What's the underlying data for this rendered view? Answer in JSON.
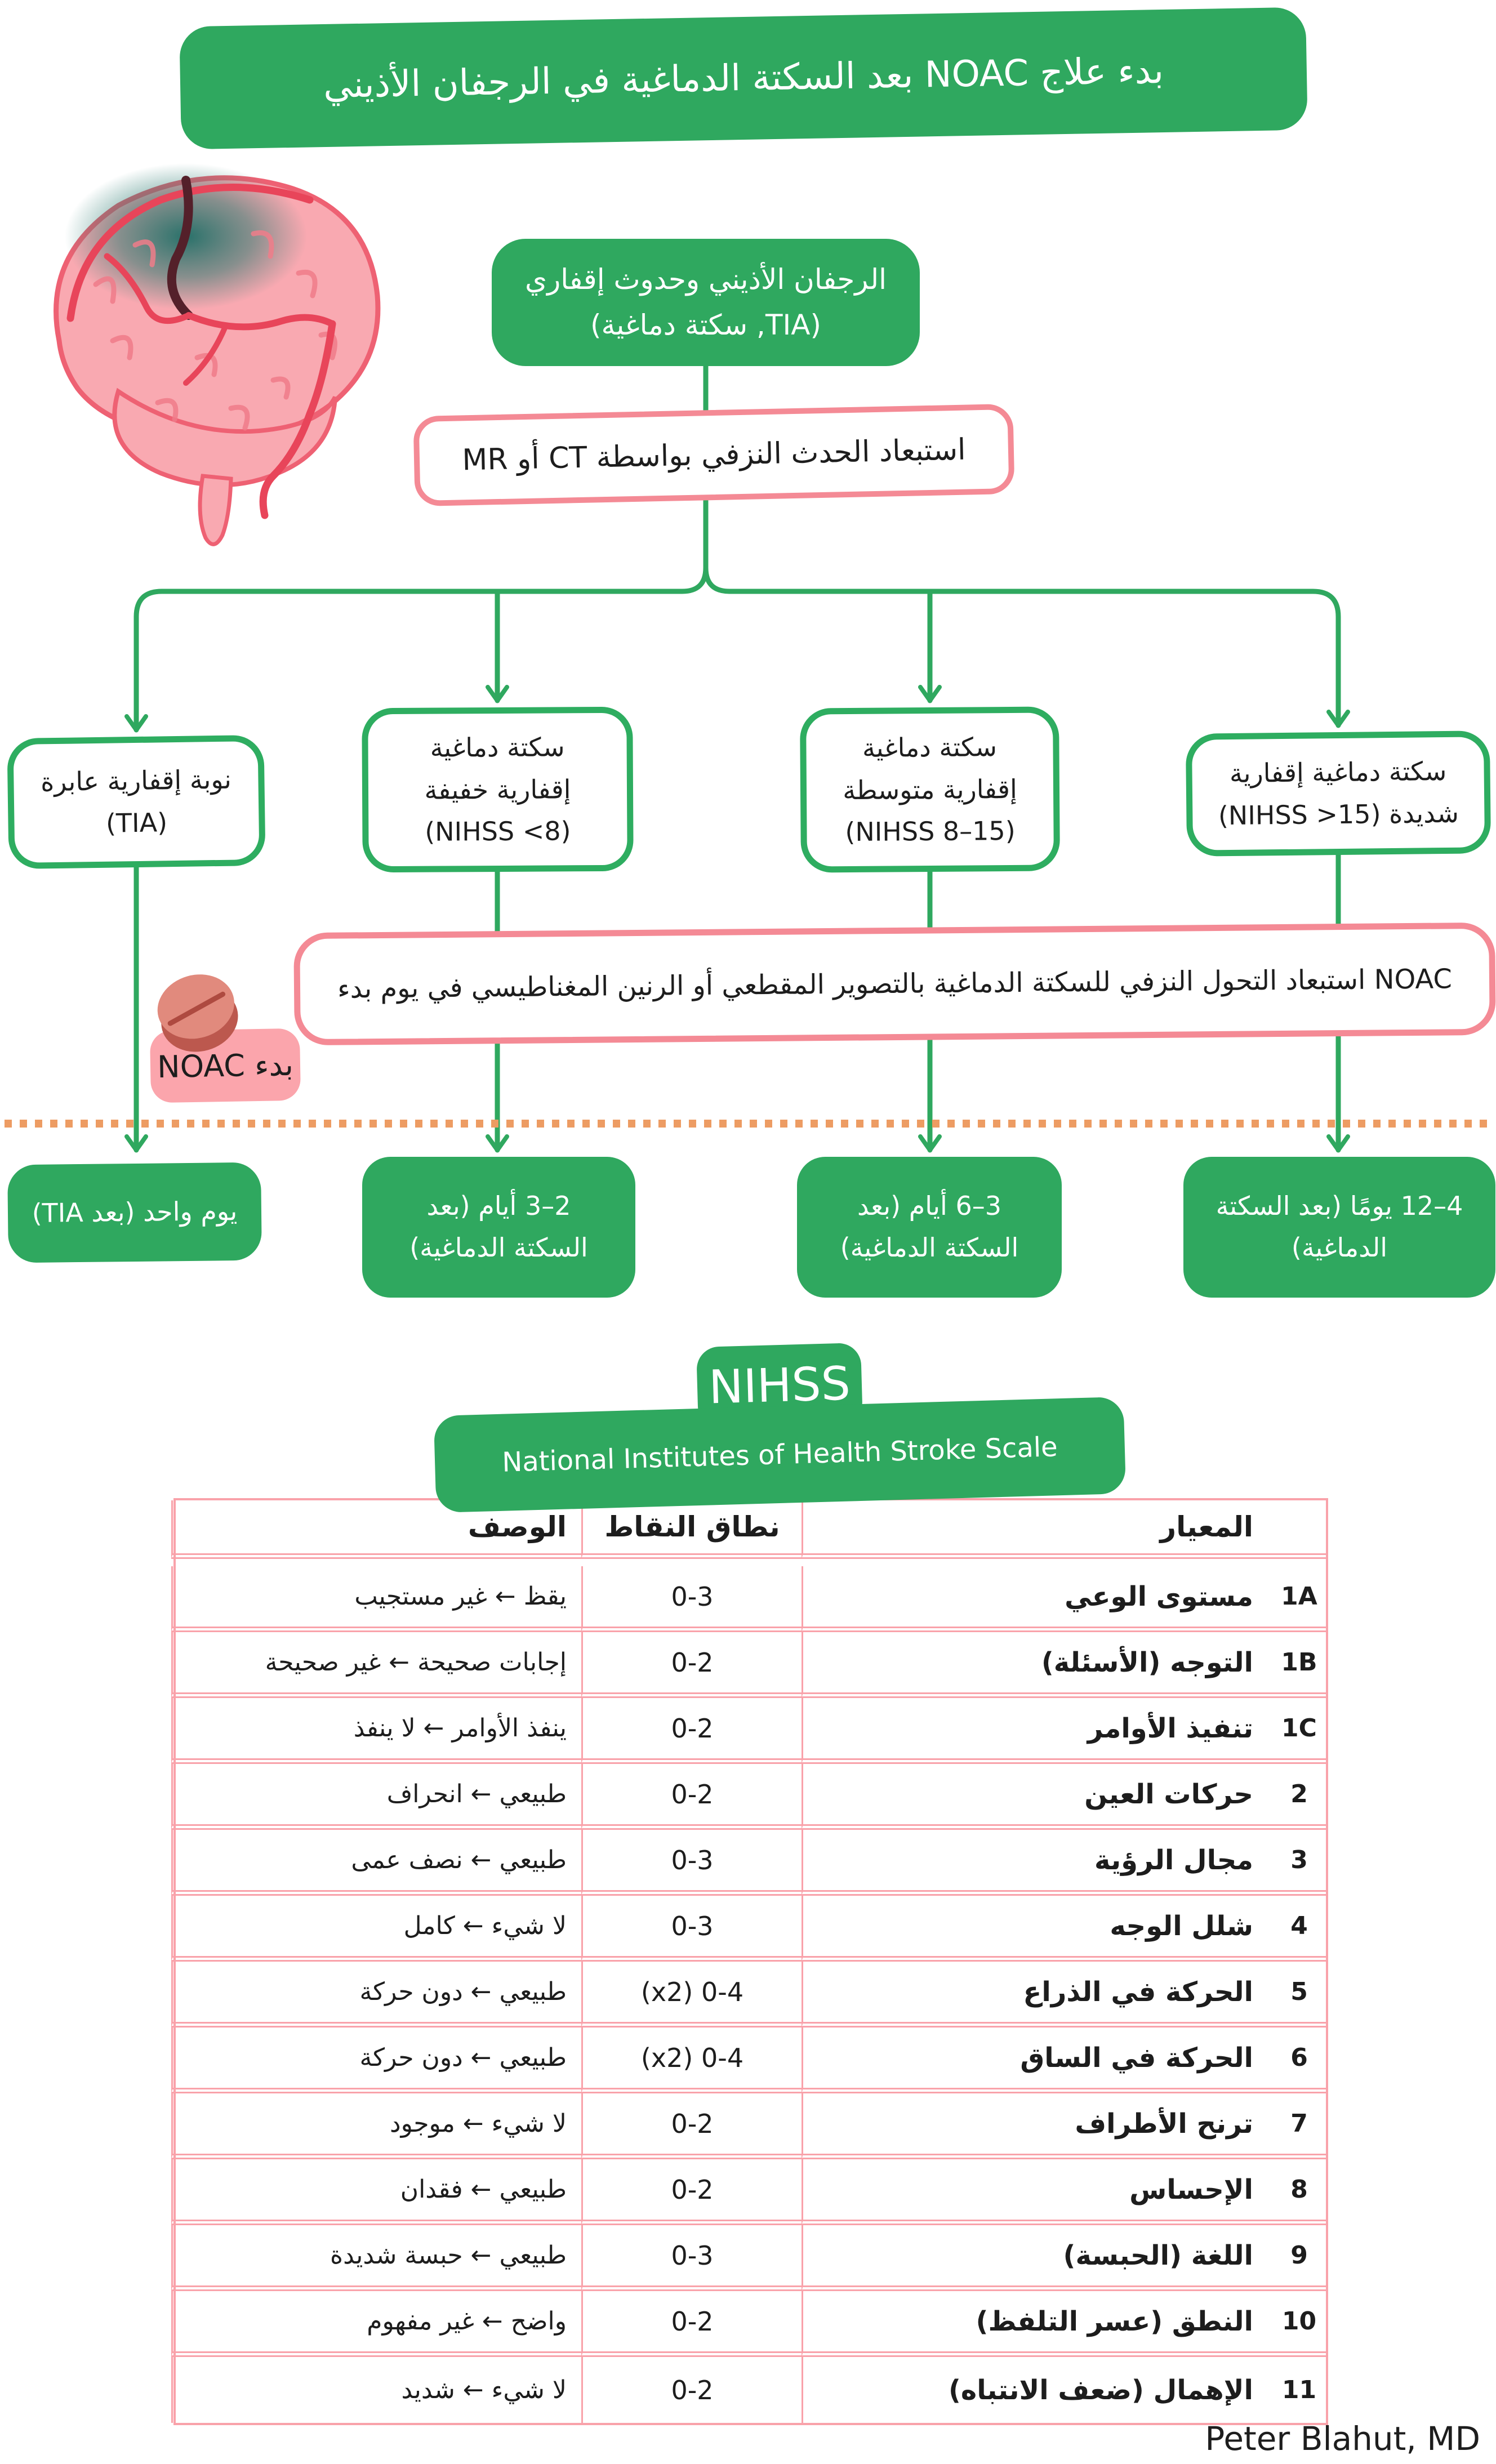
{
  "title": "بدء علاج NOAC بعد السكتة الدماغية في الرجفان الأذيني",
  "flowchart": {
    "start_box": {
      "lines": [
        "الرجفان الأذيني وحدوث إقفاري",
        "(TIA, سكتة دماغية)"
      ]
    },
    "exclusion_box": "استبعاد الحدث النزفي بواسطة CT أو MR",
    "severity_boxes": [
      {
        "lines": [
          "نوبة إقفارية عابرة",
          "(TIA)"
        ]
      },
      {
        "lines": [
          "سكتة دماغية",
          "إقفارية خفيفة",
          "(NIHSS <8)"
        ]
      },
      {
        "lines": [
          "سكتة دماغية",
          "إقفارية متوسطة",
          "(NIHSS 8–15)"
        ]
      },
      {
        "lines": [
          "سكتة دماغية إقفارية",
          "شديدة (NIHSS >15)"
        ]
      }
    ],
    "noac_exclusion_note": "استبعاد التحول النزفي للسكتة الدماغية بالتصوير المقطعي أو الرنين المغناطيسي في يوم بدء NOAC",
    "noac_badge": "بدء NOAC",
    "timing_boxes": [
      {
        "lines": [
          "يوم واحد (بعد TIA)"
        ]
      },
      {
        "lines": [
          "2–3 أيام (بعد",
          "السكتة الدماغية)"
        ]
      },
      {
        "lines": [
          "3–6 أيام (بعد",
          "السكتة الدماغية)"
        ]
      },
      {
        "lines": [
          "4–12 يومًا (بعد السكتة",
          "الدماغية)"
        ]
      }
    ]
  },
  "nihss": {
    "acronym": "NIHSS",
    "full_name": "National Institutes of Health Stroke Scale",
    "table": {
      "headers": {
        "num": "",
        "criterion": "المعيار",
        "score": "نطاق النقاط",
        "description": "الوصف"
      },
      "rows": [
        {
          "num": "1A",
          "criterion": "مستوى الوعي",
          "score": "0-3",
          "description": "يقظ ← غير مستجيب"
        },
        {
          "num": "1B",
          "criterion": "التوجه (الأسئلة)",
          "score": "0-2",
          "description": "إجابات صحيحة ← غير صحيحة"
        },
        {
          "num": "1C",
          "criterion": "تنفيذ الأوامر",
          "score": "0-2",
          "description": "ينفذ الأوامر ← لا ينفذ"
        },
        {
          "num": "2",
          "criterion": "حركات العين",
          "score": "0-2",
          "description": "طبيعي ← انحراف"
        },
        {
          "num": "3",
          "criterion": "مجال الرؤية",
          "score": "0-3",
          "description": "طبيعي ← نصف عمى"
        },
        {
          "num": "4",
          "criterion": "شلل الوجه",
          "score": "0-3",
          "description": "لا شيء ← كامل"
        },
        {
          "num": "5",
          "criterion": "الحركة في الذراع",
          "score": "0-4 (x2)",
          "description": "طبيعي ← دون حركة"
        },
        {
          "num": "6",
          "criterion": "الحركة في الساق",
          "score": "0-4 (x2)",
          "description": "طبيعي ← دون حركة"
        },
        {
          "num": "7",
          "criterion": "ترنح الأطراف",
          "score": "0-2",
          "description": "لا شيء ← موجود"
        },
        {
          "num": "8",
          "criterion": "الإحساس",
          "score": "0-2",
          "description": "طبيعي ← فقدان"
        },
        {
          "num": "9",
          "criterion": "اللغة (الحبسة)",
          "score": "0-3",
          "description": "طبيعي ← حبسة شديدة"
        },
        {
          "num": "10",
          "criterion": "النطق (عسر التلفظ)",
          "score": "0-2",
          "description": "واضح ← غير مفهوم"
        },
        {
          "num": "11",
          "criterion": "الإهمال (ضعف الانتباه)",
          "score": "0-2",
          "description": "لا شيء ← شديد"
        }
      ]
    }
  },
  "footer": "Peter Blahut, MD",
  "colors": {
    "green": "#2FA85F",
    "green_border": "#2EAD60",
    "pink_border": "#F48A95",
    "table_pink": "#F9A2AA",
    "badge_pink": "#FBA5AC",
    "pill_light": "#E18A7D",
    "pill_dark": "#BC584E",
    "dotted_orange": "#ED9C63"
  }
}
